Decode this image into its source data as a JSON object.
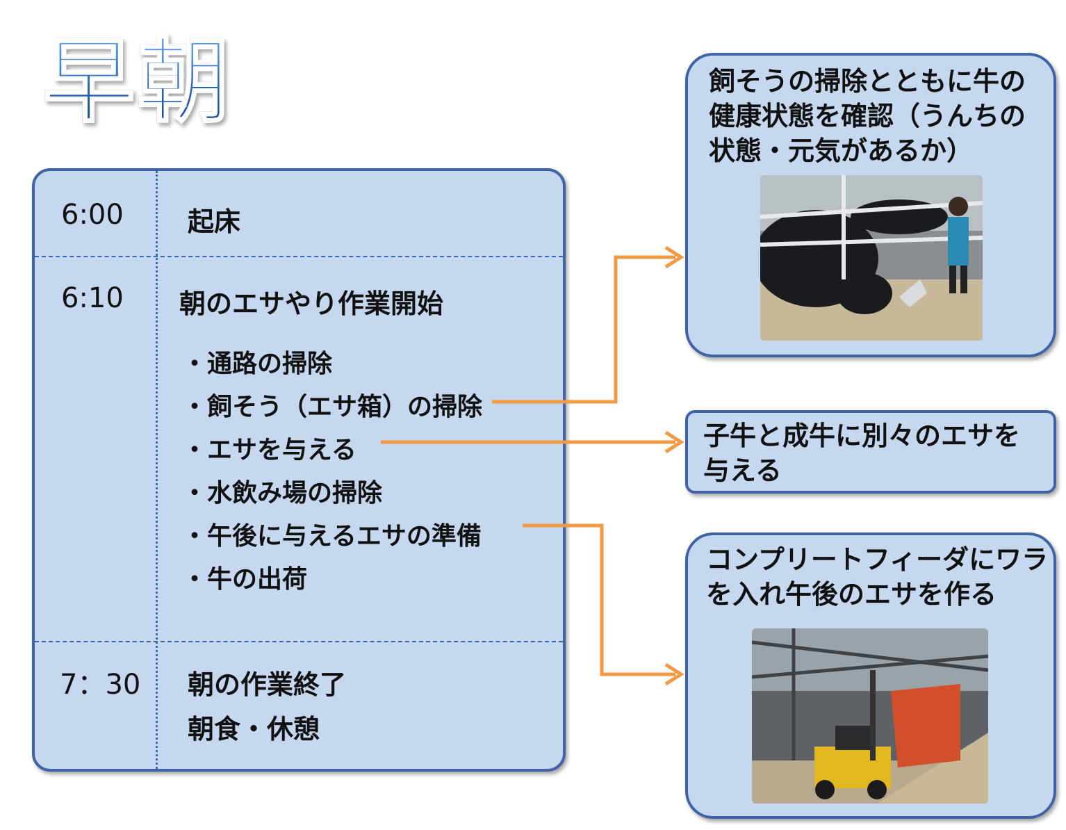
{
  "title": "早朝",
  "schedule": [
    {
      "time": "6:00",
      "label": "起床"
    },
    {
      "time": "6:10",
      "label": "朝のエサやり作業開始",
      "tasks": [
        "・通路の掃除",
        "・飼そう（エサ箱）の掃除",
        "・エサを与える",
        "・水飲み場の掃除",
        "・午後に与えるエサの準備",
        "・牛の出荷"
      ]
    },
    {
      "time": "7：30",
      "label": "朝の作業終了",
      "label2": "朝食・休憩"
    }
  ],
  "notes": [
    {
      "lines": [
        "飼そうの掃除とともに牛の",
        "健康状態を確認（うんちの",
        "状態・元気があるか）"
      ]
    },
    {
      "lines": [
        "子牛と成牛に別々のエサを",
        "与える"
      ]
    },
    {
      "lines": [
        "コンプリートフィーダにワラ",
        "を入れ午後のエサを作る"
      ]
    }
  ],
  "colors": {
    "panel": "#c6d8ef",
    "border": "#3f63a5",
    "arrow": "#f39a45",
    "title": "#2f6fc0"
  }
}
